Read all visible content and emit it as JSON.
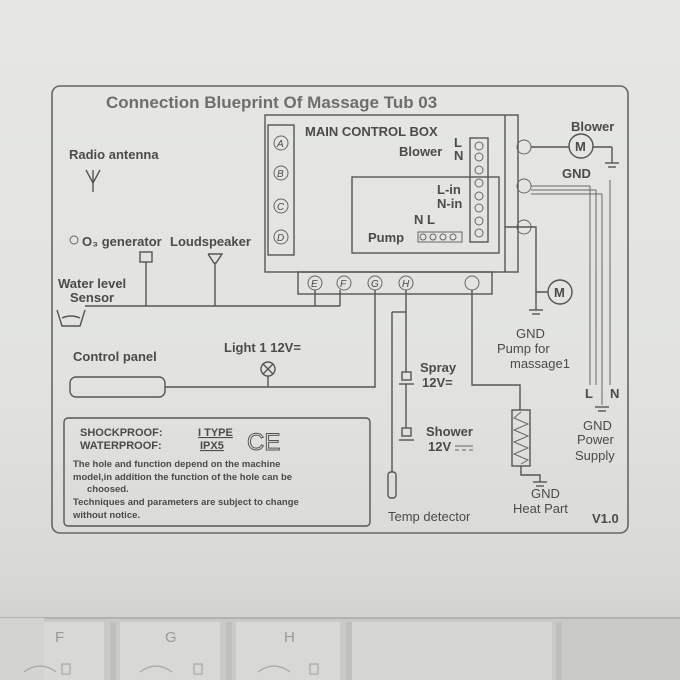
{
  "title": "Connection Blueprint  Of Massage Tub 03",
  "version": "V1.0",
  "labels": {
    "main_control_box": "MAIN CONTROL BOX",
    "blower_inside": "Blower",
    "blower": "Blower",
    "gnd_blower": "GND",
    "l_top": "L",
    "n_top": "N",
    "l_in": "L-in",
    "n_in": "N-in",
    "nl": "N L",
    "pump": "Pump",
    "radio_antenna": "Radio  antenna",
    "o3_generator": "O₃ generator",
    "loudspeaker": "Loudspeaker",
    "water_level": "Water level",
    "sensor": "Sensor",
    "control_panel": "Control panel",
    "light": "Light 1 12V=",
    "spray": "Spray",
    "spray_v": "12V=",
    "shower": "Shower",
    "shower_v": "12V",
    "temp_detector": "Temp detector",
    "gnd_pump": "GND",
    "pump_for": "Pump  for",
    "massage1": "massage1",
    "gnd_heat": "GND",
    "heat_part": "Heat Part",
    "ps_l": "L",
    "ps_n": "N",
    "gnd_ps": "GND",
    "power": "Power",
    "supply": "Supply",
    "motor_m": "M"
  },
  "left_ports": [
    "A",
    "B",
    "C",
    "D"
  ],
  "bottom_ports": [
    "E",
    "F",
    "G",
    "H"
  ],
  "notice": {
    "shockproof_label": "SHOCKPROOF:",
    "shockproof_value": "I TYPE",
    "waterproof_label": "WATERPROOF:",
    "waterproof_value": "IPX5",
    "ce": "CE",
    "note_lines": [
      "The hole and function depend on the machine",
      "model,in addition the function of the hole can be",
      "choosed.",
      "Techniques and parameters are subject to change",
      "without notice."
    ]
  },
  "socket_letters": [
    "F",
    "G",
    "H"
  ]
}
